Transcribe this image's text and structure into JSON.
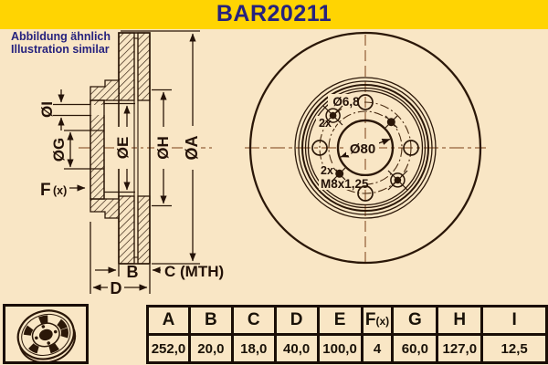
{
  "title": "BAR20211",
  "note": {
    "line1": "Abbildung ähnlich",
    "line2": "Illustration similar"
  },
  "section_labels": {
    "dia_i": "ØI",
    "dia_g": "ØG",
    "dia_e": "ØE",
    "dia_h": "ØH",
    "dia_a": "ØA",
    "f_main": "F",
    "f_sub": "(x)",
    "b": "B",
    "c": "C (MTH)",
    "d": "D"
  },
  "front_labels": {
    "hole_dia": "Ø6,8",
    "hole_qty": "2x",
    "bore": "Ø80",
    "thread_qty": "2x",
    "thread": "M8x1,25"
  },
  "table": {
    "headers": [
      "A",
      "B",
      "C",
      "D",
      "E",
      "F(x)",
      "G",
      "H",
      "I"
    ],
    "values": [
      "252,0",
      "20,0",
      "18,0",
      "40,0",
      "100,0",
      "4",
      "60,0",
      "127,0",
      "12,5"
    ]
  },
  "colors": {
    "banner_yellow": "#ffd402",
    "navy_text": "#26227e",
    "line_dark": "#2b1708",
    "background_cream": "#f9e6c5",
    "centerline_brown": "#7a4018"
  }
}
